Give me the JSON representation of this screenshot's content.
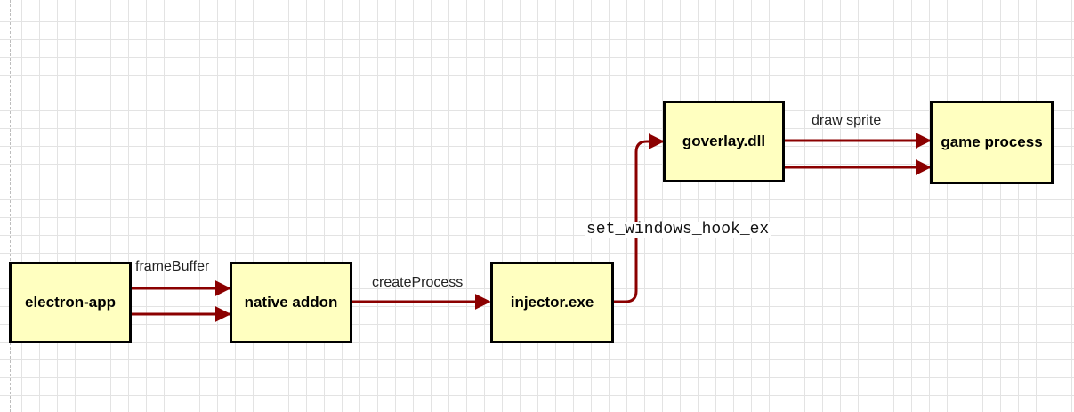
{
  "diagram": {
    "colors": {
      "node_fill": "#ffffc0",
      "node_border": "#000000",
      "edge": "#8b0000"
    },
    "nodes": {
      "electron_app": "electron-app",
      "native_addon": "native addon",
      "injector": "injector.exe",
      "goverlay": "goverlay.dll",
      "game_process": "game process"
    },
    "edge_labels": {
      "frame_buffer": "frameBuffer",
      "create_process": "createProcess",
      "set_windows_hook": "set_windows_hook_ex",
      "draw_sprite": "draw sprite"
    }
  }
}
